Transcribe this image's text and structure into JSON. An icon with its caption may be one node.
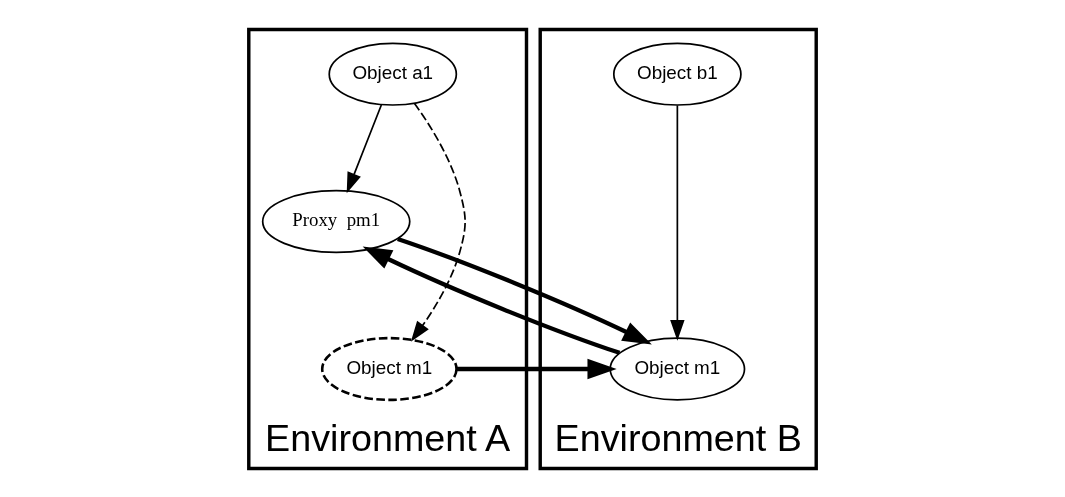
{
  "diagram": {
    "nodes": [
      {
        "text": [
          "Environment A"
        ]
      },
      {
        "text": [
          "Object a1"
        ],
        "in": 0
      },
      {
        "text": [
          "Proxy  pm1"
        ],
        "in": 0
      },
      {
        "text": [
          "Object m1"
        ],
        "in": 0
      },
      {
        "text": [
          "Environment B"
        ]
      },
      {
        "text": [
          "Object b1"
        ],
        "in": 4
      },
      {
        "text": [
          "Object m1"
        ],
        "in": 4
      }
    ],
    "edges": [
      {
        "from": 1,
        "to": 2,
        "arrow": "to"
      },
      {
        "from": 1,
        "to": 3,
        "arrow": "to",
        "style": "dashed"
      },
      {
        "from": 2,
        "to": 6,
        "arrow": "to",
        "style": "thick"
      },
      {
        "from": 6,
        "to": 2,
        "arrow": "to",
        "style": "thick"
      },
      {
        "from": 3,
        "to": 6,
        "arrow": "to",
        "style": "thick"
      },
      {
        "from": 5,
        "to": 6,
        "arrow": "to"
      }
    ]
  }
}
